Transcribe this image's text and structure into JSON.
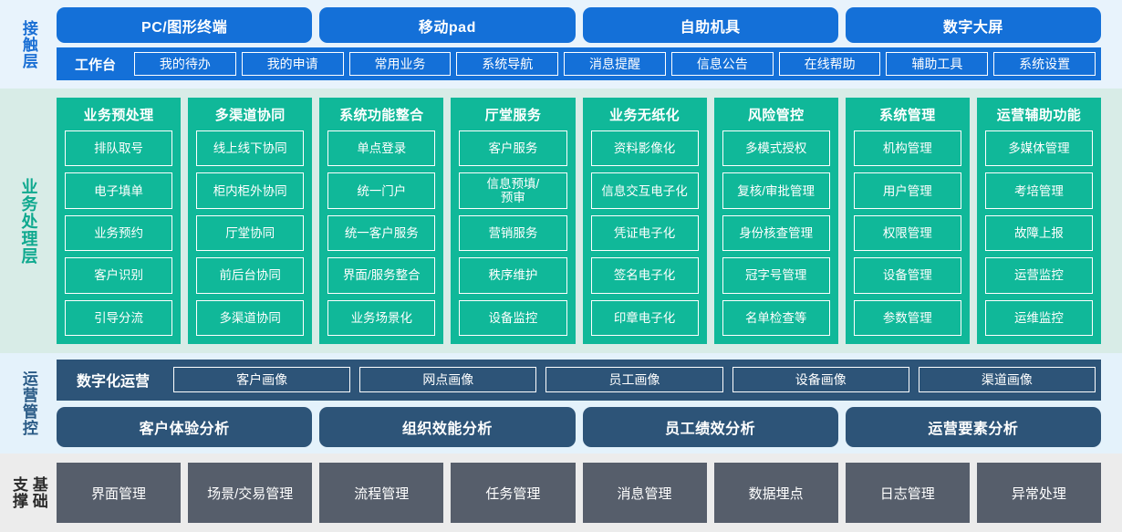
{
  "layers": {
    "contact": {
      "label": "接触层",
      "accent": "#1470d8",
      "channels": [
        "PC/图形终端",
        "移动pad",
        "自助机具",
        "数字大屏"
      ],
      "workbench_title": "工作台",
      "workbench_items": [
        "我的待办",
        "我的申请",
        "常用业务",
        "系统导航",
        "消息提醒",
        "信息公告",
        "在线帮助",
        "辅助工具",
        "系统设置"
      ]
    },
    "business": {
      "label": "业务处理层",
      "accent": "#10b899",
      "columns": [
        {
          "title": "业务预处理",
          "items": [
            "排队取号",
            "电子填单",
            "业务预约",
            "客户识别",
            "引导分流"
          ]
        },
        {
          "title": "多渠道协同",
          "items": [
            "线上线下协同",
            "柜内柜外协同",
            "厅堂协同",
            "前后台协同",
            "多渠道协同"
          ]
        },
        {
          "title": "系统功能整合",
          "items": [
            "单点登录",
            "统一门户",
            "统一客户服务",
            "界面/服务整合",
            "业务场景化"
          ]
        },
        {
          "title": "厅堂服务",
          "items": [
            "客户服务",
            "信息预填/\n预审",
            "营销服务",
            "秩序维护",
            "设备监控"
          ]
        },
        {
          "title": "业务无纸化",
          "items": [
            "资料影像化",
            "信息交互电子化",
            "凭证电子化",
            "签名电子化",
            "印章电子化"
          ]
        },
        {
          "title": "风险管控",
          "items": [
            "多模式授权",
            "复核/审批管理",
            "身份核查管理",
            "冠字号管理",
            "名单检查等"
          ]
        },
        {
          "title": "系统管理",
          "items": [
            "机构管理",
            "用户管理",
            "权限管理",
            "设备管理",
            "参数管理"
          ]
        },
        {
          "title": "运营辅助功能",
          "items": [
            "多媒体管理",
            "考培管理",
            "故障上报",
            "运营监控",
            "运维监控"
          ]
        }
      ]
    },
    "operations": {
      "label": "运营管控",
      "accent": "#2d5478",
      "digital_title": "数字化运营",
      "portraits": [
        "客户画像",
        "网点画像",
        "员工画像",
        "设备画像",
        "渠道画像"
      ],
      "analyses": [
        "客户体验分析",
        "组织效能分析",
        "员工绩效分析",
        "运营要素分析"
      ]
    },
    "foundation": {
      "label_line1": "基础",
      "label_line2": "支撑",
      "accent": "#565e6b",
      "items": [
        "界面管理",
        "场景/交易管理",
        "流程管理",
        "任务管理",
        "消息管理",
        "数据埋点",
        "日志管理",
        "异常处理"
      ]
    }
  }
}
